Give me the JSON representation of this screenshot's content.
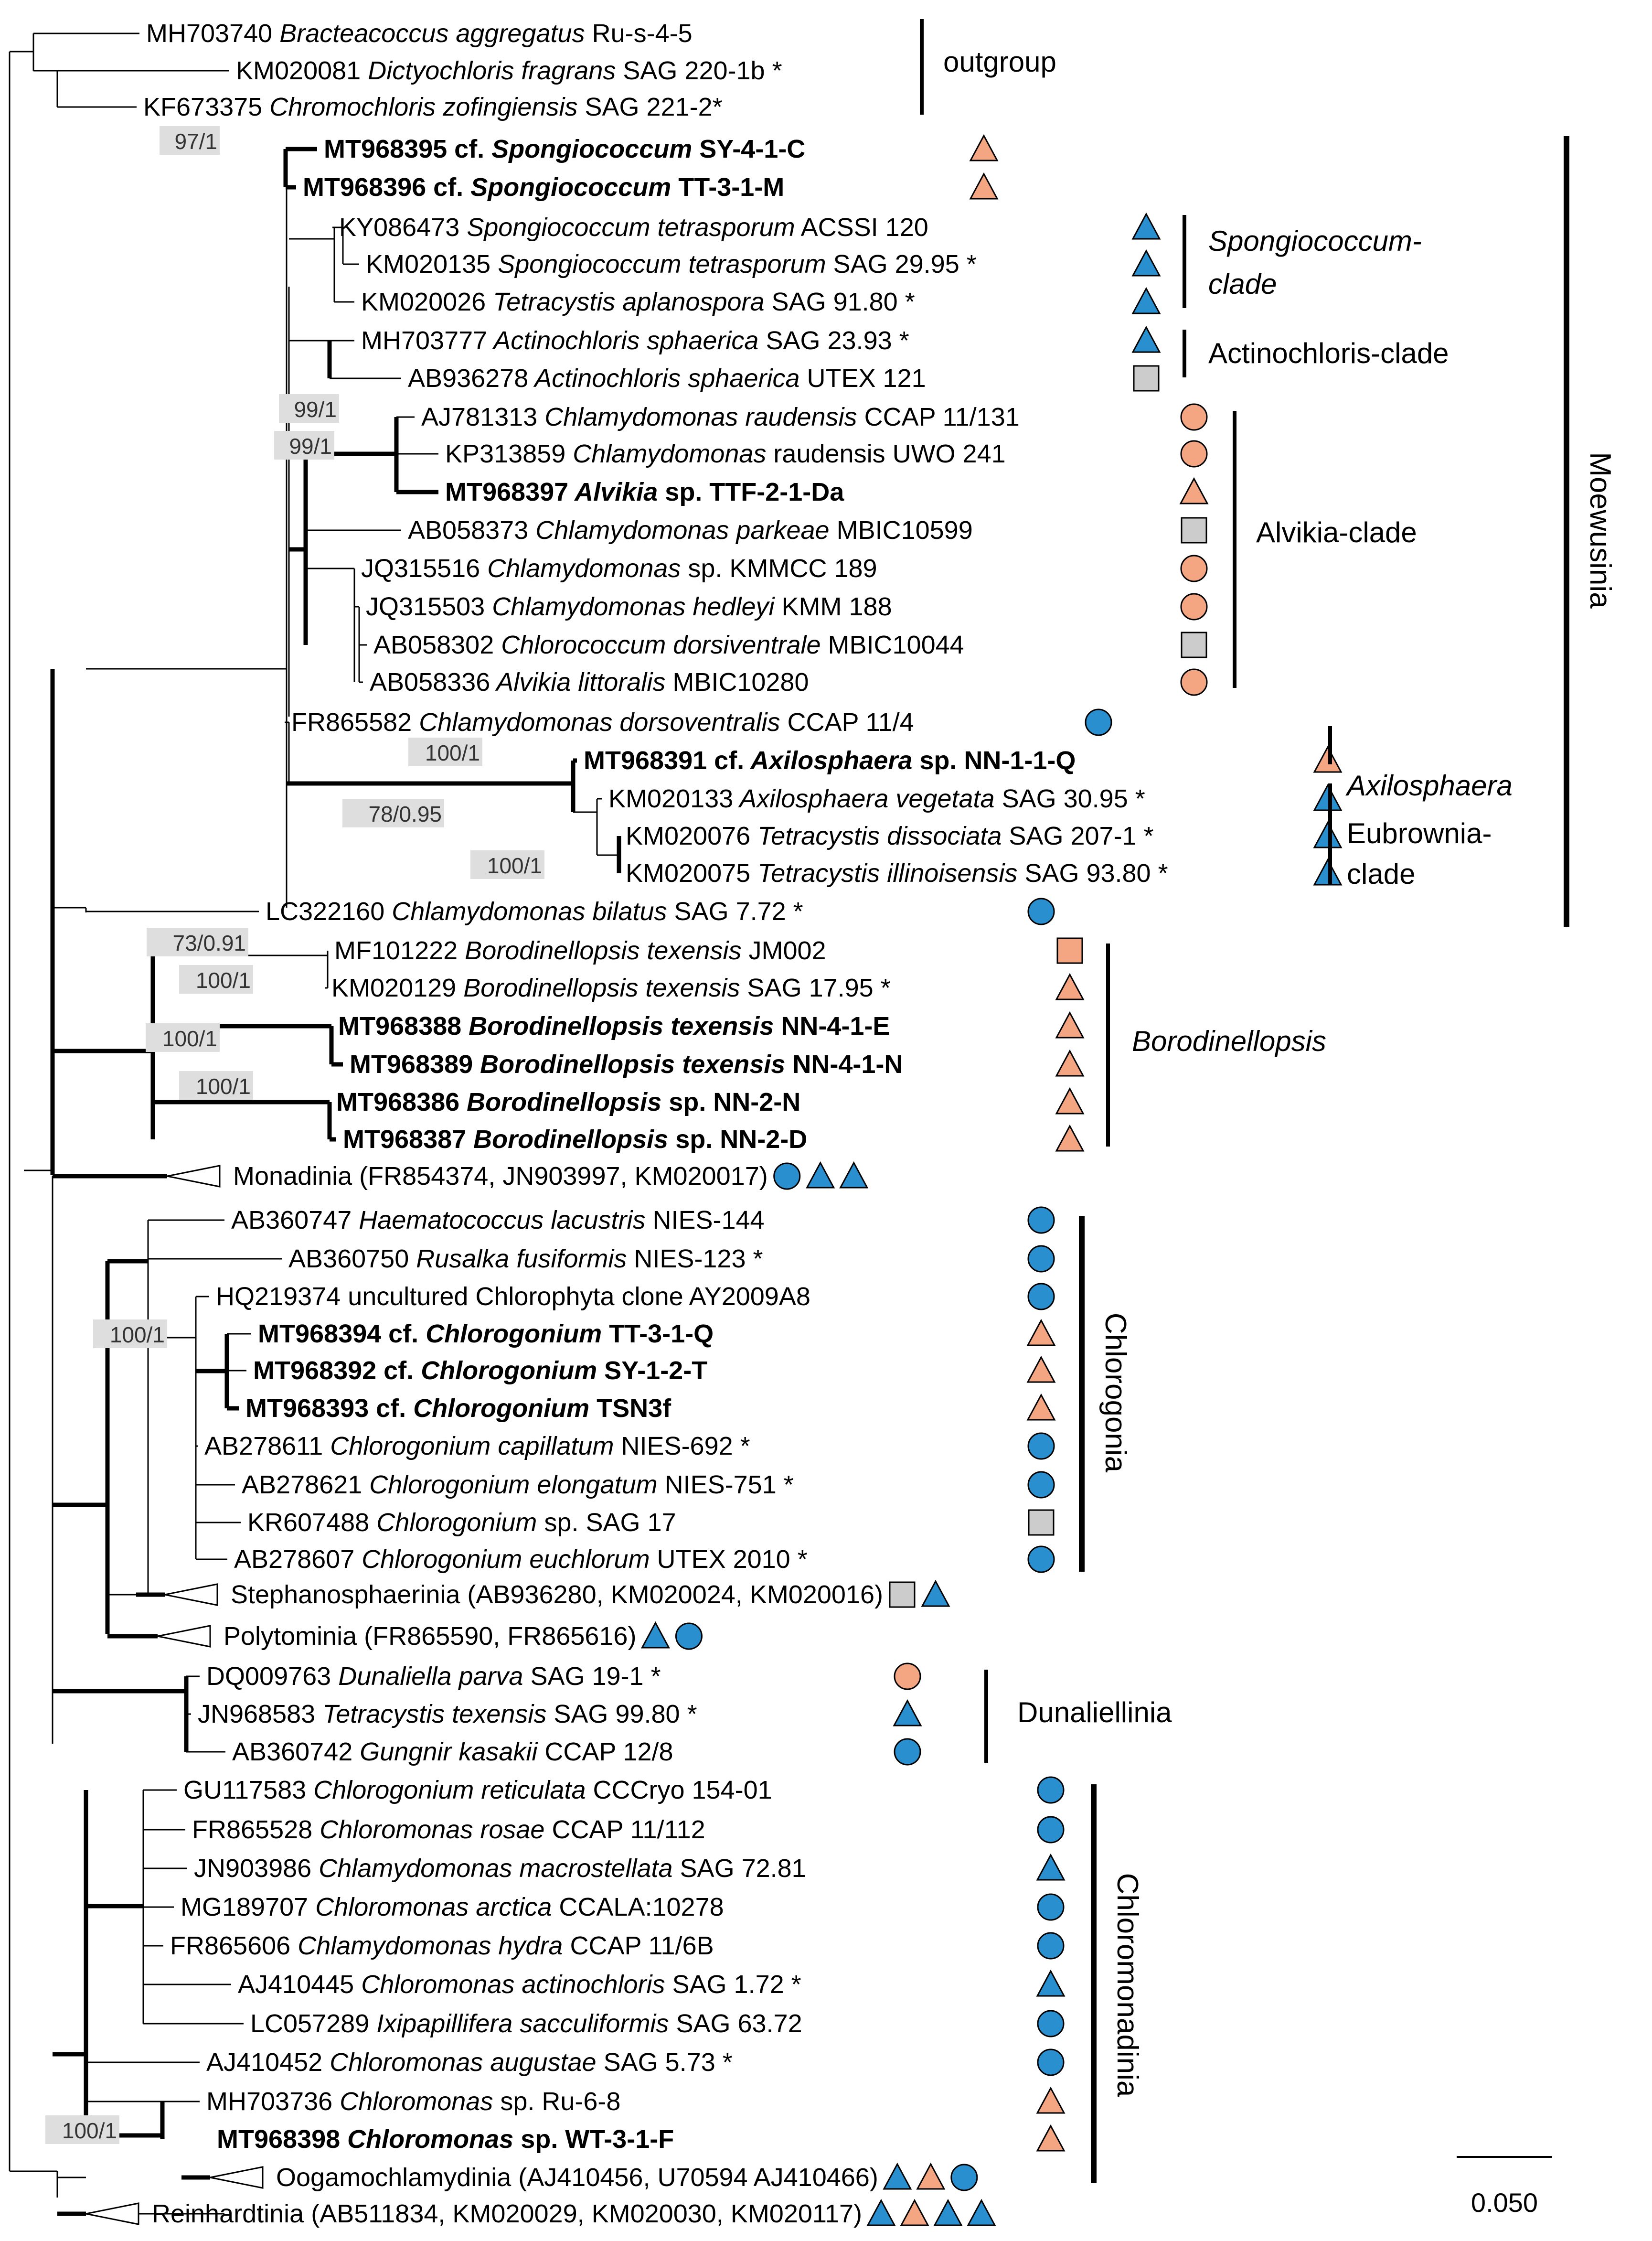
{
  "colors": {
    "line": "#000000",
    "env_orange": "#f4a582",
    "env_blue": "#2a8fcf",
    "env_gray": "#cccccc",
    "support_box": "#dedede"
  },
  "taxa": [
    {
      "acc": "MH703740",
      "name": "Bracteacoccus aggregatus",
      "strain": "Ru-s-4-5",
      "bold": false,
      "marks": []
    },
    {
      "acc": "KM020081",
      "name": "Dictyochloris fragrans",
      "strain": "SAG 220-1b *",
      "bold": false,
      "marks": []
    },
    {
      "acc": "KF673375",
      "name": "Chromochloris zofingiensis",
      "strain": "SAG 221-2*",
      "bold": false,
      "marks": []
    },
    {
      "acc": "MT968395 cf.",
      "name": "Spongiococcum",
      "strain": "SY-4-1-C",
      "bold": true,
      "marks": [
        "tri-orange"
      ]
    },
    {
      "acc": "MT968396 cf.",
      "name": "Spongiococcum",
      "strain": "TT-3-1-M",
      "bold": true,
      "marks": [
        "tri-orange"
      ]
    },
    {
      "acc": "KY086473",
      "name": "Spongiococcum tetrasporum",
      "strain": "ACSSI 120",
      "bold": false,
      "marks": [
        "tri-blue"
      ]
    },
    {
      "acc": "KM020135",
      "name": "Spongiococcum tetrasporum",
      "strain": "SAG 29.95 *",
      "bold": false,
      "marks": [
        "tri-blue"
      ]
    },
    {
      "acc": "KM020026",
      "name": "Tetracystis aplanospora",
      "strain": "SAG 91.80 *",
      "bold": false,
      "marks": [
        "tri-blue"
      ]
    },
    {
      "acc": "MH703777",
      "name": "Actinochloris sphaerica",
      "strain": "SAG 23.93 *",
      "bold": false,
      "marks": [
        "tri-blue"
      ]
    },
    {
      "acc": "AB936278",
      "name": "Actinochloris sphaerica",
      "strain": "UTEX 121",
      "bold": false,
      "marks": [
        "sq-gray"
      ]
    },
    {
      "acc": "AJ781313",
      "name": "Chlamydomonas raudensis",
      "strain": "CCAP 11/131",
      "bold": false,
      "marks": [
        "circ-orange"
      ]
    },
    {
      "acc": "KP313859",
      "name": "Chlamydomonas",
      "strain": "raudensis UWO 241",
      "bold": false,
      "marks": [
        "circ-orange"
      ]
    },
    {
      "acc": "MT968397",
      "name": "Alvikia",
      "strain": "sp. TTF-2-1-Da",
      "bold": true,
      "marks": [
        "tri-orange"
      ]
    },
    {
      "acc": "AB058373",
      "name": "Chlamydomonas parkeae",
      "strain": "MBIC10599",
      "bold": false,
      "marks": [
        "sq-gray"
      ]
    },
    {
      "acc": "JQ315516",
      "name": "Chlamydomonas",
      "strain": "sp. KMMCC 189",
      "bold": false,
      "marks": [
        "circ-orange"
      ]
    },
    {
      "acc": "JQ315503",
      "name": "Chlamydomonas hedleyi",
      "strain": "KMM 188",
      "bold": false,
      "marks": [
        "circ-orange"
      ]
    },
    {
      "acc": "AB058302",
      "name": "Chlorococcum dorsiventrale",
      "strain": "MBIC10044",
      "bold": false,
      "marks": [
        "sq-gray"
      ]
    },
    {
      "acc": "AB058336",
      "name": "Alvikia littoralis",
      "strain": "MBIC10280",
      "bold": false,
      "marks": [
        "circ-orange"
      ]
    },
    {
      "acc": "FR865582",
      "name": "Chlamydomonas dorsoventralis",
      "strain": "CCAP 11/4",
      "bold": false,
      "marks": [
        "circ-blue"
      ]
    },
    {
      "acc": "MT968391 cf.",
      "name": "Axilosphaera",
      "strain": "sp. NN-1-1-Q",
      "bold": true,
      "marks": [
        "tri-orange"
      ]
    },
    {
      "acc": "KM020133",
      "name": "Axilosphaera vegetata",
      "strain": "SAG 30.95 *",
      "bold": false,
      "marks": [
        "tri-blue"
      ]
    },
    {
      "acc": "KM020076",
      "name": "Tetracystis dissociata",
      "strain": "SAG 207-1 *",
      "bold": false,
      "marks": [
        "tri-blue"
      ]
    },
    {
      "acc": "KM020075",
      "name": "Tetracystis illinoisensis",
      "strain": "SAG 93.80 *",
      "bold": false,
      "marks": [
        "tri-blue"
      ]
    },
    {
      "acc": "LC322160",
      "name": "Chlamydomonas bilatus",
      "strain": "SAG 7.72 *",
      "bold": false,
      "marks": [
        "circ-blue"
      ]
    },
    {
      "acc": "MF101222",
      "name": "Borodinellopsis texensis",
      "strain": "JM002",
      "bold": false,
      "marks": [
        "sq-orange"
      ]
    },
    {
      "acc": "KM020129",
      "name": "Borodinellopsis texensis",
      "strain": "SAG 17.95 *",
      "bold": false,
      "marks": [
        "tri-orange"
      ]
    },
    {
      "acc": "MT968388",
      "name": "Borodinellopsis texensis",
      "strain": "NN-4-1-E",
      "bold": true,
      "marks": [
        "tri-orange"
      ]
    },
    {
      "acc": "MT968389",
      "name": "Borodinellopsis texensis",
      "strain": "NN-4-1-N",
      "bold": true,
      "marks": [
        "tri-orange"
      ]
    },
    {
      "acc": "MT968386",
      "name": "Borodinellopsis",
      "strain": "sp. NN-2-N",
      "bold": true,
      "marks": [
        "tri-orange"
      ]
    },
    {
      "acc": "MT968387",
      "name": "Borodinellopsis",
      "strain": "sp. NN-2-D",
      "bold": true,
      "marks": [
        "tri-orange"
      ]
    },
    {
      "acc": "",
      "name": "",
      "strain": "Monadinia (FR854374, JN903997, KM020017)",
      "bold": false,
      "collapsed": true,
      "marks": [
        "circ-blue",
        "tri-blue",
        "tri-blue"
      ]
    },
    {
      "acc": "AB360747",
      "name": "Haematococcus lacustris",
      "strain": "NIES-144",
      "bold": false,
      "marks": [
        "circ-blue"
      ]
    },
    {
      "acc": "AB360750",
      "name": "Rusalka fusiformis",
      "strain": "NIES-123 *",
      "bold": false,
      "marks": [
        "circ-blue"
      ]
    },
    {
      "acc": "HQ219374",
      "name": "",
      "strain": "uncultured Chlorophyta clone AY2009A8",
      "bold": false,
      "marks": [
        "circ-blue"
      ]
    },
    {
      "acc": "MT968394 cf.",
      "name": "Chlorogonium",
      "strain": "TT-3-1-Q",
      "bold": true,
      "marks": [
        "tri-orange"
      ]
    },
    {
      "acc": "MT968392 cf.",
      "name": "Chlorogonium",
      "strain": "SY-1-2-T",
      "bold": true,
      "marks": [
        "tri-orange"
      ]
    },
    {
      "acc": "MT968393 cf.",
      "name": "Chlorogonium",
      "strain": "TSN3f",
      "bold": true,
      "marks": [
        "tri-orange"
      ]
    },
    {
      "acc": "AB278611",
      "name": "Chlorogonium capillatum",
      "strain": "NIES-692 *",
      "bold": false,
      "marks": [
        "circ-blue"
      ]
    },
    {
      "acc": "AB278621",
      "name": "Chlorogonium elongatum",
      "strain": "NIES-751 *",
      "bold": false,
      "marks": [
        "circ-blue"
      ]
    },
    {
      "acc": "KR607488",
      "name": "Chlorogonium",
      "strain": "sp. SAG 17",
      "bold": false,
      "marks": [
        "sq-gray"
      ]
    },
    {
      "acc": "AB278607",
      "name": "Chlorogonium euchlorum",
      "strain": "UTEX 2010 *",
      "bold": false,
      "marks": [
        "circ-blue"
      ]
    },
    {
      "acc": "",
      "name": "",
      "strain": "Stephanosphaerinia (AB936280, KM020024, KM020016)",
      "bold": false,
      "collapsed": true,
      "marks": [
        "sq-gray",
        "tri-blue"
      ]
    },
    {
      "acc": "",
      "name": "",
      "strain": "Polytominia (FR865590, FR865616)",
      "bold": false,
      "collapsed": true,
      "marks": [
        "tri-blue",
        "circ-blue"
      ]
    },
    {
      "acc": "DQ009763",
      "name": "Dunaliella parva",
      "strain": "SAG 19-1 *",
      "bold": false,
      "marks": [
        "circ-orange"
      ]
    },
    {
      "acc": "JN968583",
      "name": "Tetracystis texensis",
      "strain": "SAG 99.80 *",
      "bold": false,
      "marks": [
        "tri-blue"
      ]
    },
    {
      "acc": "AB360742",
      "name": "Gungnir kasakii",
      "strain": "CCAP 12/8",
      "bold": false,
      "marks": [
        "circ-blue"
      ]
    },
    {
      "acc": "GU117583",
      "name": "Chlorogonium reticulata",
      "strain": "CCCryo 154-01",
      "bold": false,
      "marks": [
        "circ-blue"
      ]
    },
    {
      "acc": "FR865528",
      "name": "Chloromonas rosae",
      "strain": "CCAP 11/112",
      "bold": false,
      "marks": [
        "circ-blue"
      ]
    },
    {
      "acc": "JN903986",
      "name": "Chlamydomonas macrostellata",
      "strain": "SAG 72.81",
      "bold": false,
      "marks": [
        "tri-blue"
      ]
    },
    {
      "acc": "MG189707",
      "name": "Chloromonas arctica",
      "strain": "CCALA:10278",
      "bold": false,
      "marks": [
        "circ-blue"
      ]
    },
    {
      "acc": "FR865606",
      "name": "Chlamydomonas hydra",
      "strain": "CCAP 11/6B",
      "bold": false,
      "marks": [
        "circ-blue"
      ]
    },
    {
      "acc": "AJ410445",
      "name": "Chloromonas actinochloris",
      "strain": "SAG 1.72 *",
      "bold": false,
      "marks": [
        "tri-blue"
      ]
    },
    {
      "acc": "LC057289",
      "name": "Ixipapillifera sacculiformis",
      "strain": "SAG 63.72",
      "bold": false,
      "marks": [
        "circ-blue"
      ]
    },
    {
      "acc": "AJ410452",
      "name": "Chloromonas augustae",
      "strain": "SAG 5.73 *",
      "bold": false,
      "marks": [
        "circ-blue"
      ]
    },
    {
      "acc": "MH703736",
      "name": "Chloromonas",
      "strain": "sp. Ru-6-8",
      "bold": false,
      "marks": [
        "tri-orange"
      ]
    },
    {
      "acc": "MT968398",
      "name": "Chloromonas",
      "strain": "sp. WT-3-1-F",
      "bold": true,
      "marks": [
        "tri-orange"
      ]
    },
    {
      "acc": "",
      "name": "",
      "strain": "Oogamochlamydinia (AJ410456, U70594 AJ410466)",
      "bold": false,
      "collapsed": true,
      "marks": [
        "tri-blue",
        "tri-orange",
        "circ-blue"
      ]
    },
    {
      "acc": "",
      "name": "",
      "strain": "Reinhardtinia (AB511834, KM020029, KM020030, KM020117)",
      "bold": false,
      "collapsed": true,
      "marks": [
        "tri-blue",
        "tri-orange",
        "tri-blue",
        "tri-blue"
      ]
    }
  ],
  "support_values": [
    "97/1",
    "99/1",
    "99/1",
    "100/1",
    "78/0.95",
    "100/1",
    "73/0.91",
    "100/1",
    "100/1",
    "100/1",
    "100/1",
    "100/1"
  ],
  "clades": [
    {
      "label": "outgroup",
      "italic": false
    },
    {
      "label": "Spongiococcum-",
      "label2": "clade",
      "italic": true
    },
    {
      "label": "Actinochloris-clade",
      "italic": false
    },
    {
      "label": "Alvikia-clade",
      "italic": false
    },
    {
      "label": "Axilosphaera",
      "italic": true
    },
    {
      "label": "Eubrownia-",
      "label2": "clade",
      "italic": false
    },
    {
      "label": "Borodinellopsis",
      "italic": true
    },
    {
      "label": "Dunaliellinia",
      "italic": false
    }
  ],
  "groups": [
    {
      "label": "Moewusinia"
    },
    {
      "label": "Chlorogonia"
    },
    {
      "label": "Chloromonadinia"
    }
  ],
  "scale_label": "0.050"
}
